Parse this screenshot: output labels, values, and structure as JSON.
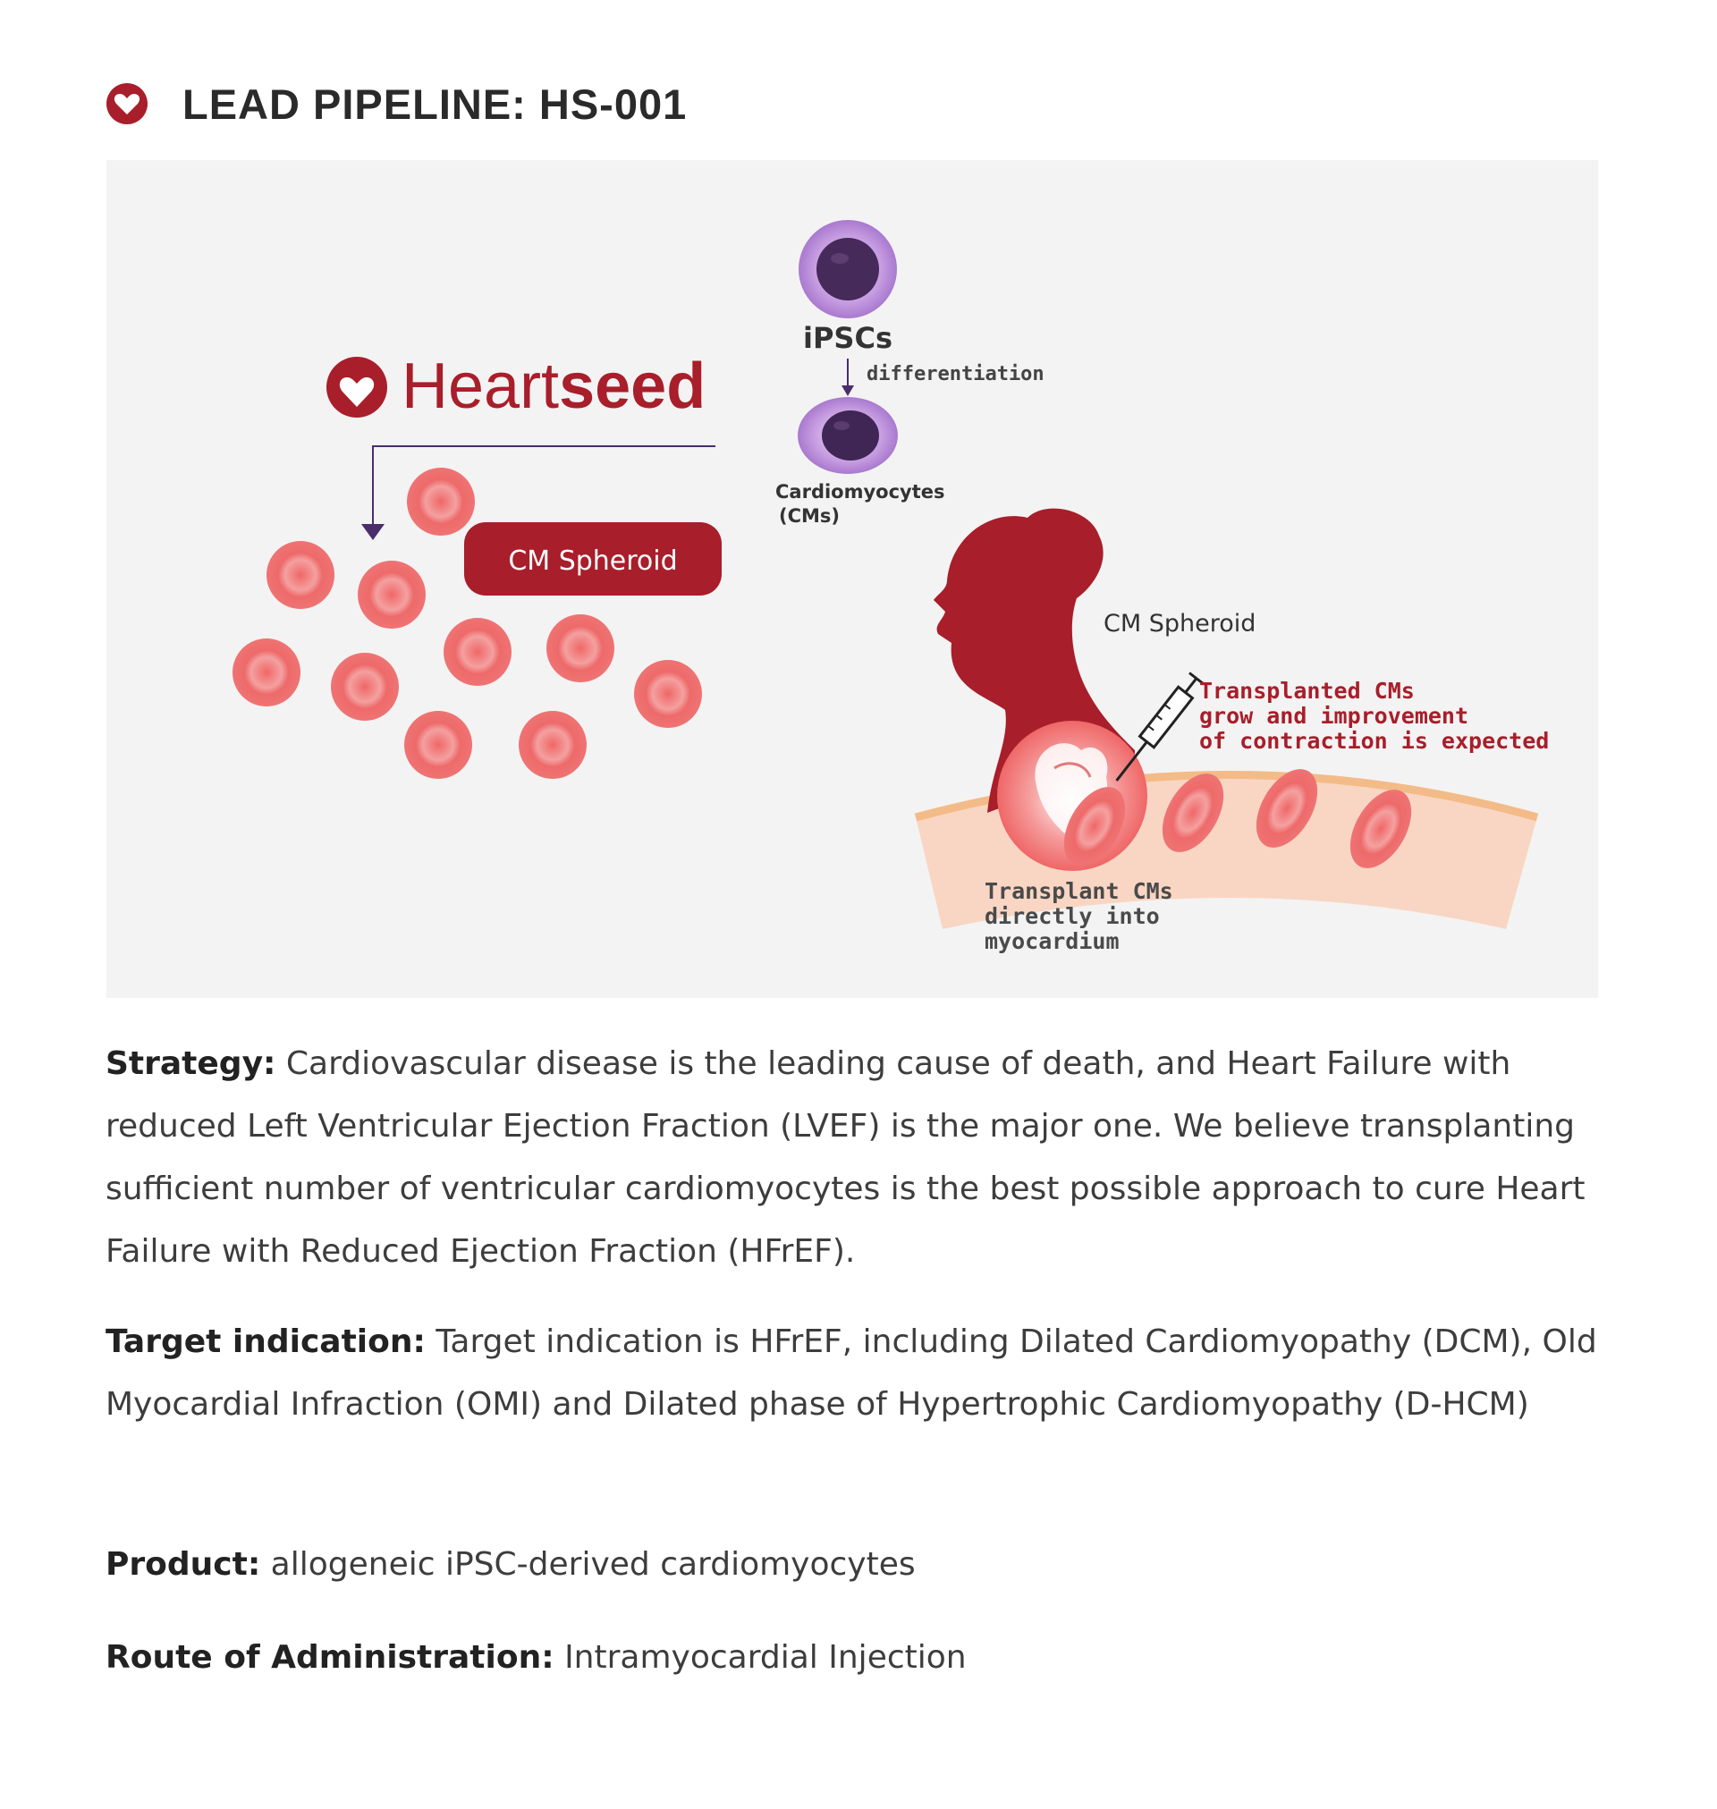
{
  "header": {
    "title": "LEAD PIPELINE: HS-001",
    "icon": "heart-badge-icon",
    "accent": "#a81e2a"
  },
  "figure": {
    "brand": {
      "part1": "Heart",
      "part2": "seed"
    },
    "cm_spheroid_badge": "CM Spheroid",
    "ipscs": "iPSCs",
    "differentiation": "differentiation",
    "cardiomyocytes": "Cardiomyocytes",
    "cms": "(CMs)",
    "syringe_label": "CM Spheroid",
    "outcome_line1": "Transplanted CMs",
    "outcome_line2": "grow and improvement",
    "outcome_line3": "of contraction is expected",
    "transplant_line1": "Transplant CMs",
    "transplant_line2": "directly into",
    "transplant_line3": "myocardium"
  },
  "strategy": {
    "label": "Strategy:",
    "text": "Cardiovascular disease is the leading cause of death, and Heart Failure with reduced Left Ventricular Ejection Fraction (LVEF) is the major one. We believe transplanting sufficient number of ventricular cardiomyocytes is the best possible approach to cure Heart Failure with Reduced Ejection Fraction (HFrEF)."
  },
  "target": {
    "label": "Target indication:",
    "text": "Target indication is HFrEF, including Dilated Cardiomyopathy (DCM), Old Myocardial Infraction (OMI) and Dilated phase of Hypertrophic Cardiomyopathy (D-HCM)"
  },
  "product": {
    "label": "Product:",
    "text": "allogeneic iPSC-derived cardiomyocytes"
  },
  "route": {
    "label": "Route of Administration:",
    "text": "Intramyocardial Injection"
  }
}
